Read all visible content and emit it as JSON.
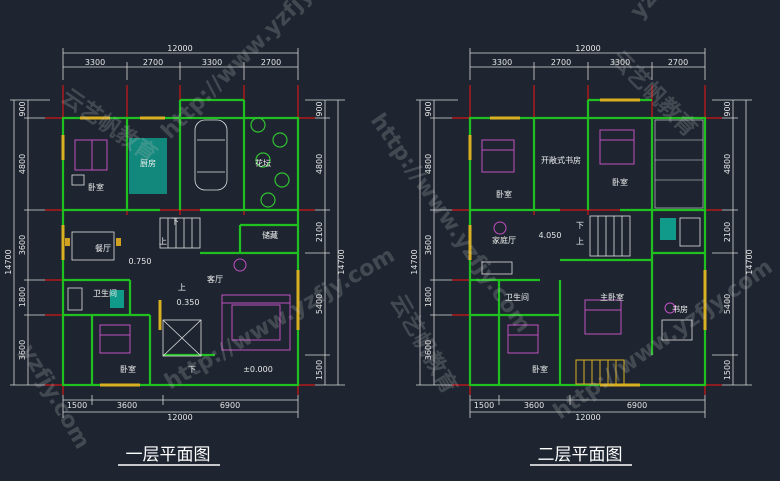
{
  "plans": [
    {
      "title": "一层平面图",
      "top_total": "12000",
      "top_dims": [
        "3300",
        "2700",
        "3300",
        "2700"
      ],
      "bottom_total": "12000",
      "bottom_dims": [
        "1500",
        "3600",
        "6900"
      ],
      "left_total": "14700",
      "left_dims": [
        "900",
        "4800",
        "3600",
        "1800",
        "3600"
      ],
      "right_total": "14700",
      "right_dims": [
        "900",
        "4800",
        "2100",
        "5400",
        "1500"
      ],
      "rooms": {
        "bedroom_a": "卧室",
        "kitchen": "厨房",
        "flower": "花坛",
        "dining": "餐厅",
        "storage": "储藏",
        "living": "客厅",
        "bath": "卫生间",
        "bedroom_b": "卧室",
        "up1": "上",
        "down1": "下",
        "down2": "下",
        "up2": "上",
        "lvl1": "0.750",
        "lvl2": "0.350",
        "lvl3": "±0.000"
      }
    },
    {
      "title": "二层平面图",
      "top_total": "12000",
      "top_dims": [
        "3300",
        "2700",
        "3300",
        "2700"
      ],
      "bottom_total": "12000",
      "bottom_dims": [
        "1500",
        "3600",
        "6900"
      ],
      "left_total": "14700",
      "left_dims": [
        "900",
        "4800",
        "3600",
        "1800",
        "3600"
      ],
      "right_total": "14700",
      "right_dims": [
        "900",
        "4800",
        "2100",
        "5400",
        "1500"
      ],
      "rooms": {
        "bedroom_a": "卧室",
        "study": "开敞式书房",
        "bedroom_c": "卧室",
        "family": "家庭厅",
        "bath": "卫生间",
        "master": "主卧室",
        "book": "书房",
        "bedroom_b": "卧室",
        "up1": "上",
        "down1": "下",
        "lvl1": "4.050"
      }
    }
  ],
  "watermarks": [
    "http://www.yzfjy.com",
    "云艺帆教育",
    "yzfjy.com"
  ]
}
